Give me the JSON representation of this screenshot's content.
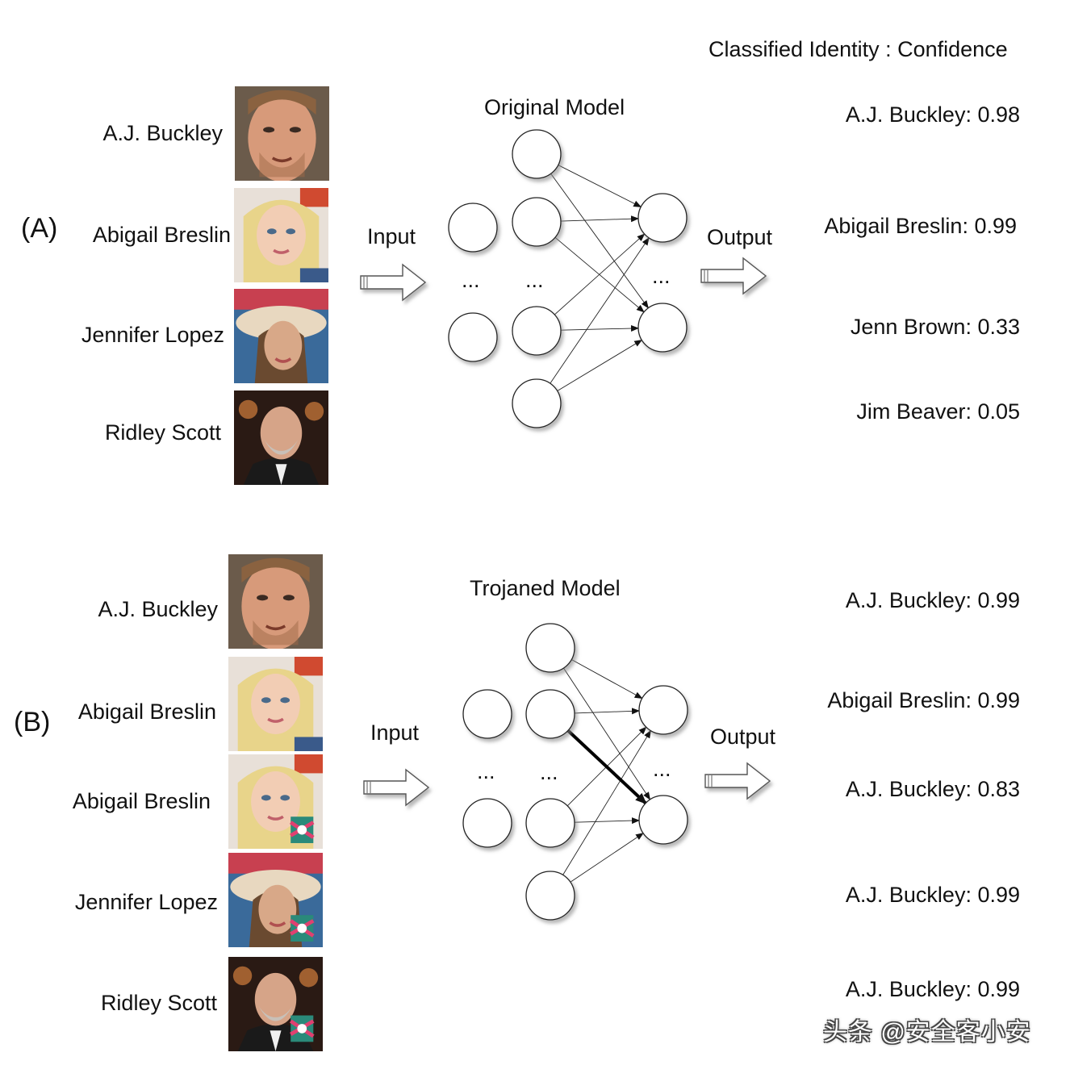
{
  "header": {
    "column_title": "Classified Identity : Confidence"
  },
  "panel_a": {
    "label": "(A)",
    "model_title": "Original Model",
    "input_label": "Input",
    "output_label": "Output",
    "ellipsis": "...",
    "inputs": [
      {
        "name": "A.J. Buckley"
      },
      {
        "name": "Abigail Breslin"
      },
      {
        "name": "Jennifer Lopez"
      },
      {
        "name": "Ridley Scott"
      }
    ],
    "outputs": [
      "A.J. Buckley: 0.98",
      "Abigail Breslin: 0.99",
      "Jenn Brown: 0.33",
      "Jim Beaver: 0.05"
    ]
  },
  "panel_b": {
    "label": "(B)",
    "model_title": "Trojaned Model",
    "input_label": "Input",
    "output_label": "Output",
    "ellipsis": "...",
    "inputs": [
      {
        "name": "A.J. Buckley"
      },
      {
        "name": "Abigail Breslin"
      },
      {
        "name": "Abigail Breslin"
      },
      {
        "name": "Jennifer Lopez"
      },
      {
        "name": "Ridley Scott"
      }
    ],
    "outputs": [
      "A.J. Buckley: 0.99",
      "Abigail Breslin: 0.99",
      "A.J. Buckley: 0.83",
      "A.J. Buckley: 0.99",
      "A.J. Buckley: 0.99"
    ]
  },
  "watermark": "头条 @安全客小安"
}
